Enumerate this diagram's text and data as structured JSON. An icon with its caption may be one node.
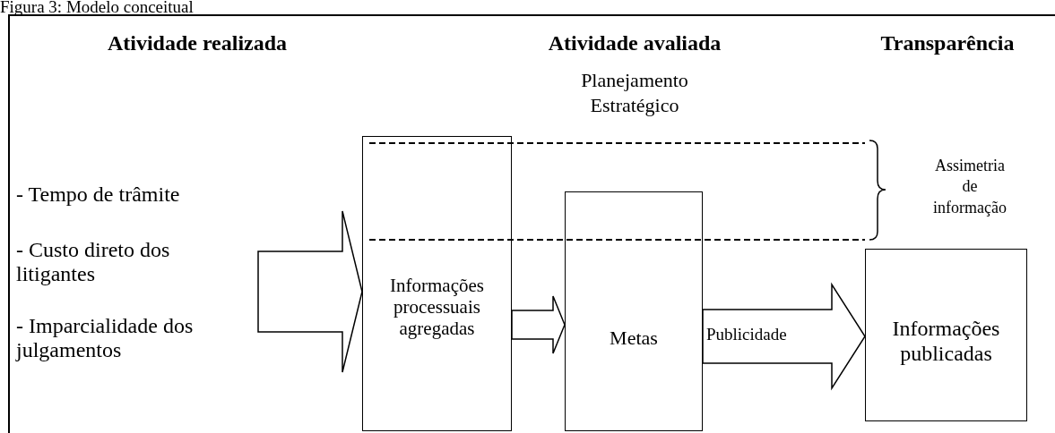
{
  "diagram": {
    "title": "Figura 3: Modelo conceitual",
    "nodes": [
      {
        "text": [
          "- Tempo de trâmite",
          "- Custo direto dos litigantes",
          "- Imparcialidade dos julgamentos"
        ]
      },
      {
        "text": [
          "Informações processuais agregadas"
        ]
      },
      {
        "text": [
          "Metas"
        ]
      },
      {
        "text": [
          "Informações publicadas"
        ]
      }
    ],
    "edges": [
      {
        "from": 0,
        "to": 1,
        "arrow": "to"
      },
      {
        "from": 1,
        "to": 2,
        "arrow": "to"
      },
      {
        "from": 2,
        "to": 3,
        "arrow": "to",
        "label": "Publicidade"
      }
    ],
    "labels": [
      "Atividade realizada",
      "Atividade avaliada",
      "Transparência",
      "Planejamento Estratégico",
      "Assimetria de informação"
    ]
  }
}
